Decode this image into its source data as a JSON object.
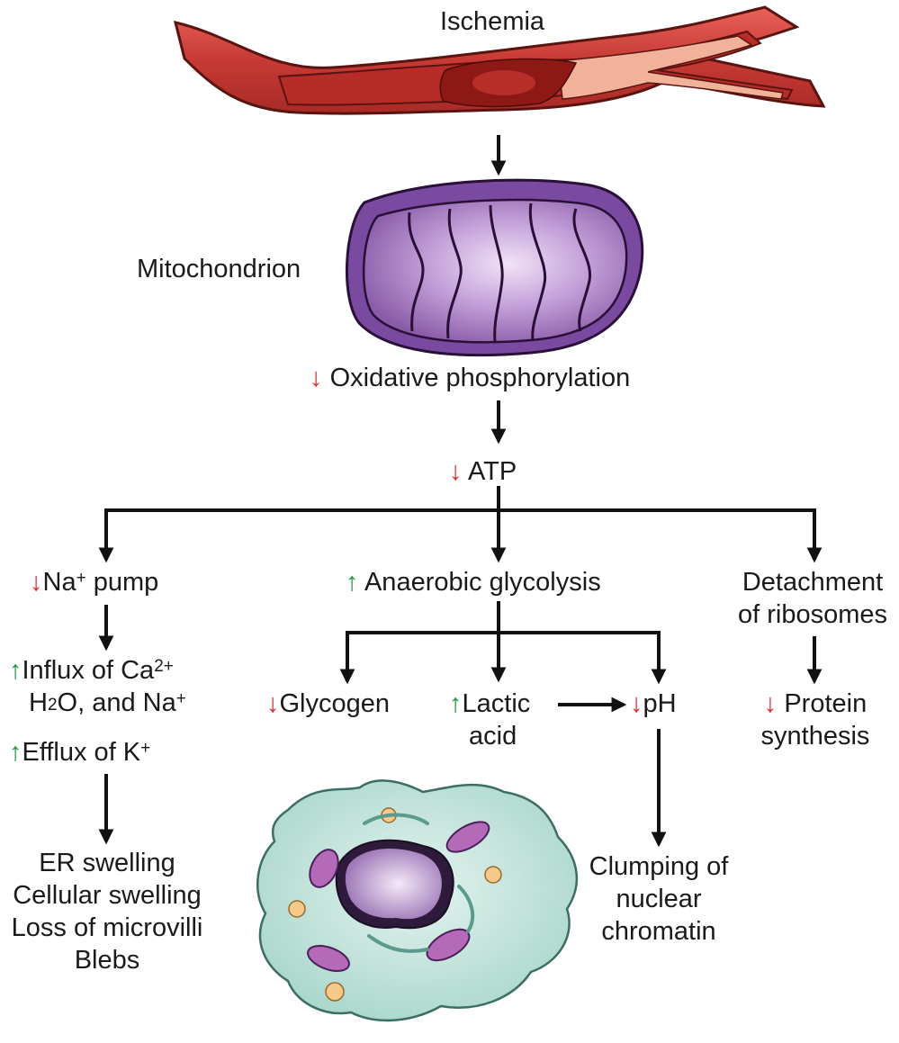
{
  "ischemia": "Ischemia",
  "mitochondrion": "Mitochondrion",
  "oxphos": "Oxidative phosphorylation",
  "atp": "ATP",
  "na_pump": {
    "main": "Na",
    "sup": "+",
    "rest": " pump"
  },
  "anaerobic": "Anaerobic glycolysis",
  "detachment": [
    "Detachment",
    "of ribosomes"
  ],
  "influx": {
    "line1_main": "Influx of Ca",
    "line1_sup": "2+",
    "line2_a": "H",
    "line2_sub": "2",
    "line2_b": "O, and Na",
    "line2_sup": "+"
  },
  "efflux": {
    "main": "Efflux of K",
    "sup": "+"
  },
  "glycogen": "Glycogen",
  "lactic": [
    "Lactic",
    "acid"
  ],
  "ph": "pH",
  "protein": [
    "Protein",
    "synthesis"
  ],
  "er_effects": [
    "ER swelling",
    "Cellular swelling",
    "Loss of microvilli",
    "Blebs"
  ],
  "clumping": [
    "Clumping of",
    "nuclear",
    "chromatin"
  ],
  "symbols": {
    "down": "↓",
    "up": "↑"
  },
  "colors": {
    "decrease": "#e02a2a",
    "increase": "#1a9a3a"
  }
}
